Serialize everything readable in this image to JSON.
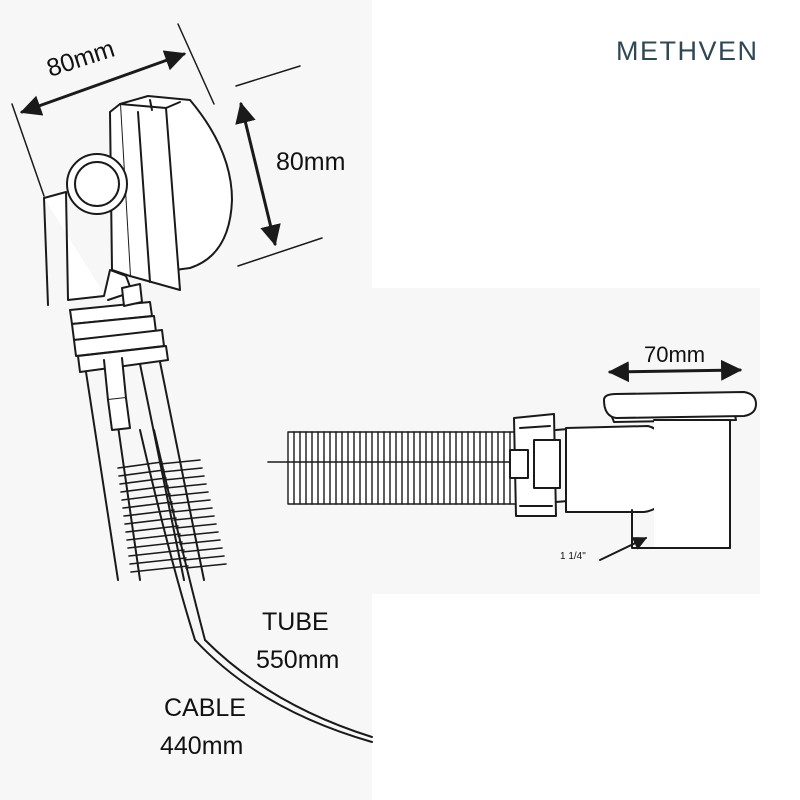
{
  "brand": {
    "name": "METHVEN",
    "color": "#2f4856"
  },
  "plug_diagram": {
    "width_label": "80mm",
    "height_label": "80mm",
    "tube_label": "TUBE",
    "tube_length": "550mm",
    "cable_label": "CABLE",
    "cable_length": "440mm"
  },
  "waste_diagram": {
    "width_label": "70mm",
    "outlet_label": "1 1/4\""
  },
  "colors": {
    "line": "#1a1a1a",
    "panel": "#f7f7f7",
    "background": "#ffffff"
  }
}
